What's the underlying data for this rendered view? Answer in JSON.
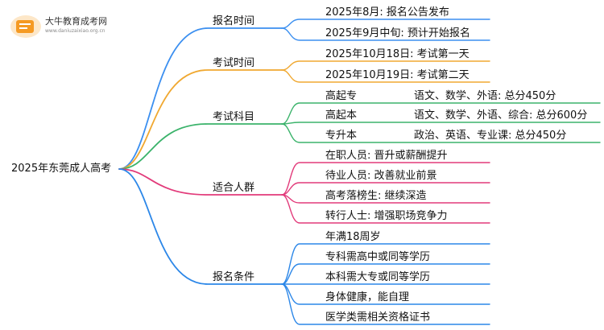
{
  "watermark": {
    "name": "大牛教育成考网",
    "url": "www.daniuzaixiao.org.cn"
  },
  "root": "2025年东莞成人高考",
  "colors": {
    "blue": "#3b8ff0",
    "orange": "#f0a830",
    "green": "#3bb36b",
    "pink": "#e23a7a",
    "blue2": "#2c87e8"
  },
  "branches": [
    {
      "label": "报名时间",
      "items": [
        {
          "text": "2025年8月: 报名公告发布"
        },
        {
          "text": "2025年9月中旬: 预计开始报名"
        }
      ]
    },
    {
      "label": "考试时间",
      "items": [
        {
          "text": "2025年10月18日: 考试第一天"
        },
        {
          "text": "2025年10月19日: 考试第二天"
        }
      ]
    },
    {
      "label": "考试科目",
      "items": [
        {
          "text": "高起专",
          "detail": "语文、数学、外语: 总分450分"
        },
        {
          "text": "高起本",
          "detail": "语文、数学、外语、综合: 总分600分"
        },
        {
          "text": "专升本",
          "detail": "政治、英语、专业课: 总分450分"
        }
      ]
    },
    {
      "label": "适合人群",
      "items": [
        {
          "text": "在职人员: 晋升或薪酬提升"
        },
        {
          "text": "待业人员: 改善就业前景"
        },
        {
          "text": "高考落榜生: 继续深造"
        },
        {
          "text": "转行人士: 增强职场竞争力"
        }
      ]
    },
    {
      "label": "报名条件",
      "items": [
        {
          "text": "年满18周岁"
        },
        {
          "text": "专科需高中或同等学历"
        },
        {
          "text": "本科需大专或同等学历"
        },
        {
          "text": "身体健康，能自理"
        },
        {
          "text": "医学类需相关资格证书"
        }
      ]
    }
  ]
}
